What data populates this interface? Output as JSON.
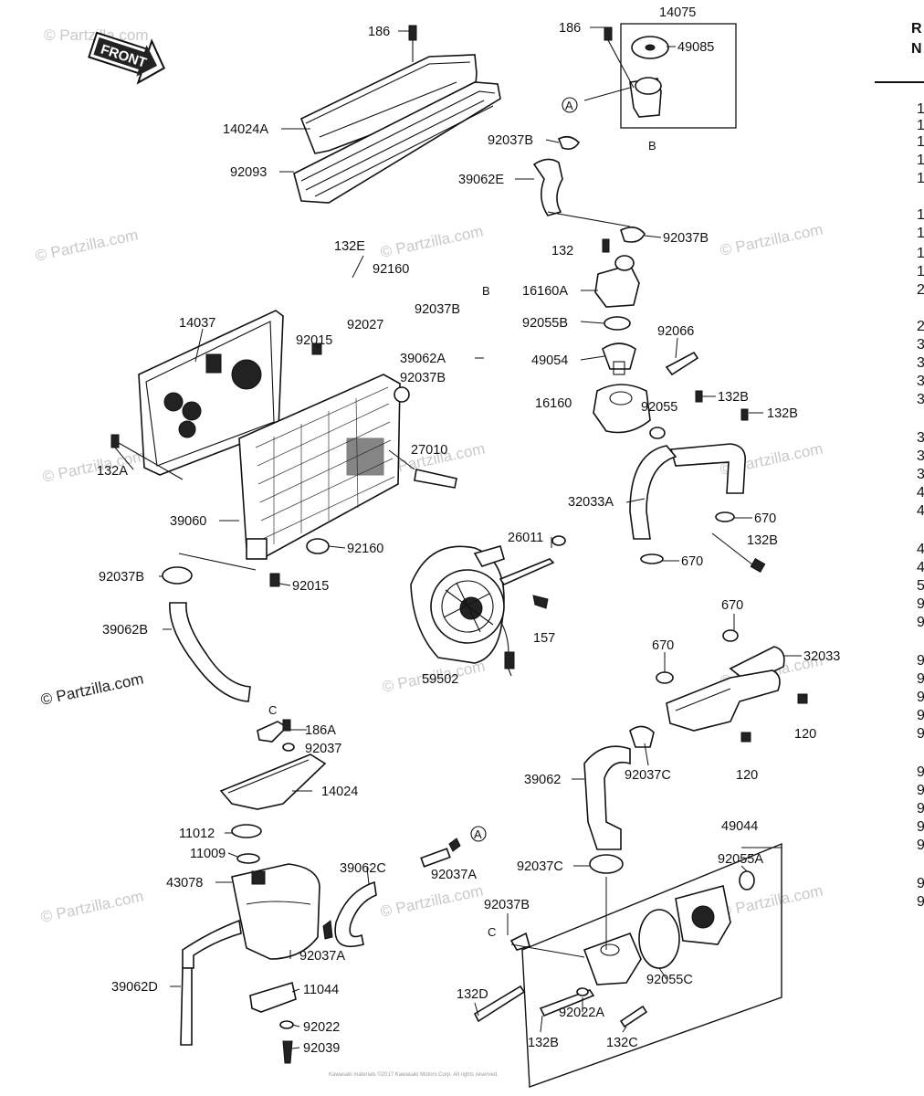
{
  "diagram": {
    "front_label": "FRONT",
    "watermark": "© Partzilla.com",
    "copyright_line": "Kawasaki materials ©2017 Kawasaki Motors Corp. All rights reserved.",
    "corner_code": "",
    "side_header": [
      "R",
      "N"
    ],
    "side_digits": [
      "1",
      "1",
      "1",
      "1",
      "1",
      "1",
      "1",
      "1",
      "1",
      "2",
      "2",
      "3",
      "3",
      "3",
      "3",
      "3",
      "3",
      "3",
      "4",
      "4",
      "4",
      "4",
      "5",
      "9",
      "9",
      "9",
      "9",
      "9",
      "9",
      "9",
      "9",
      "9",
      "9",
      "9",
      "9",
      "9",
      "9"
    ],
    "labels": {
      "p186_top": "186",
      "p186_right": "186",
      "p14075": "14075",
      "p49085": "49085",
      "p14024A": "14024A",
      "p92093": "92093",
      "p92037B_a": "92037B",
      "p39062E": "39062E",
      "p92037B_b": "92037B",
      "p132": "132",
      "p132E": "132E",
      "p92160_a": "92160",
      "p16160A": "16160A",
      "p14037": "14037",
      "p92027": "92027",
      "p92037B_c": "92037B",
      "p92055B": "92055B",
      "p92066": "92066",
      "p92015_a": "92015",
      "p39062A": "39062A",
      "p92037B_d": "92037B",
      "p49054": "49054",
      "p16160": "16160",
      "p92055": "92055",
      "p132B_a": "132B",
      "p132B_b": "132B",
      "p27010": "27010",
      "p132A": "132A",
      "p32033A": "32033A",
      "p39060": "39060",
      "p670_a": "670",
      "p26011": "26011",
      "p132B_c": "132B",
      "p92160_b": "92160",
      "p670_b": "670",
      "p92037B_e": "92037B",
      "p92015_b": "92015",
      "p157": "157",
      "p670_c": "670",
      "p39062B": "39062B",
      "p670_d": "670",
      "p32033": "32033",
      "p59502": "59502",
      "p120_a": "120",
      "p186A": "186A",
      "p92037": "92037",
      "p92037C_a": "92037C",
      "p120_b": "120",
      "p39062": "39062",
      "p14024": "14024",
      "p49044": "49044",
      "p11012": "11012",
      "p92055A": "92055A",
      "p11009": "11009",
      "p92037C_b": "92037C",
      "p39062C": "39062C",
      "p43078": "43078",
      "p92037A_a": "92037A",
      "p92037B_f": "92037B",
      "p92037A_b": "92037A",
      "p92055C": "92055C",
      "p39062D": "39062D",
      "p11044": "11044",
      "p132D": "132D",
      "p92022A": "92022A",
      "p92022": "92022",
      "p132B_d": "132B",
      "p132C": "132C",
      "p92039": "92039"
    },
    "connectors": {
      "A_top": "A",
      "B_top": "B",
      "B_mid": "B",
      "C_left": "C",
      "A_low": "A",
      "C_low": "C"
    }
  }
}
